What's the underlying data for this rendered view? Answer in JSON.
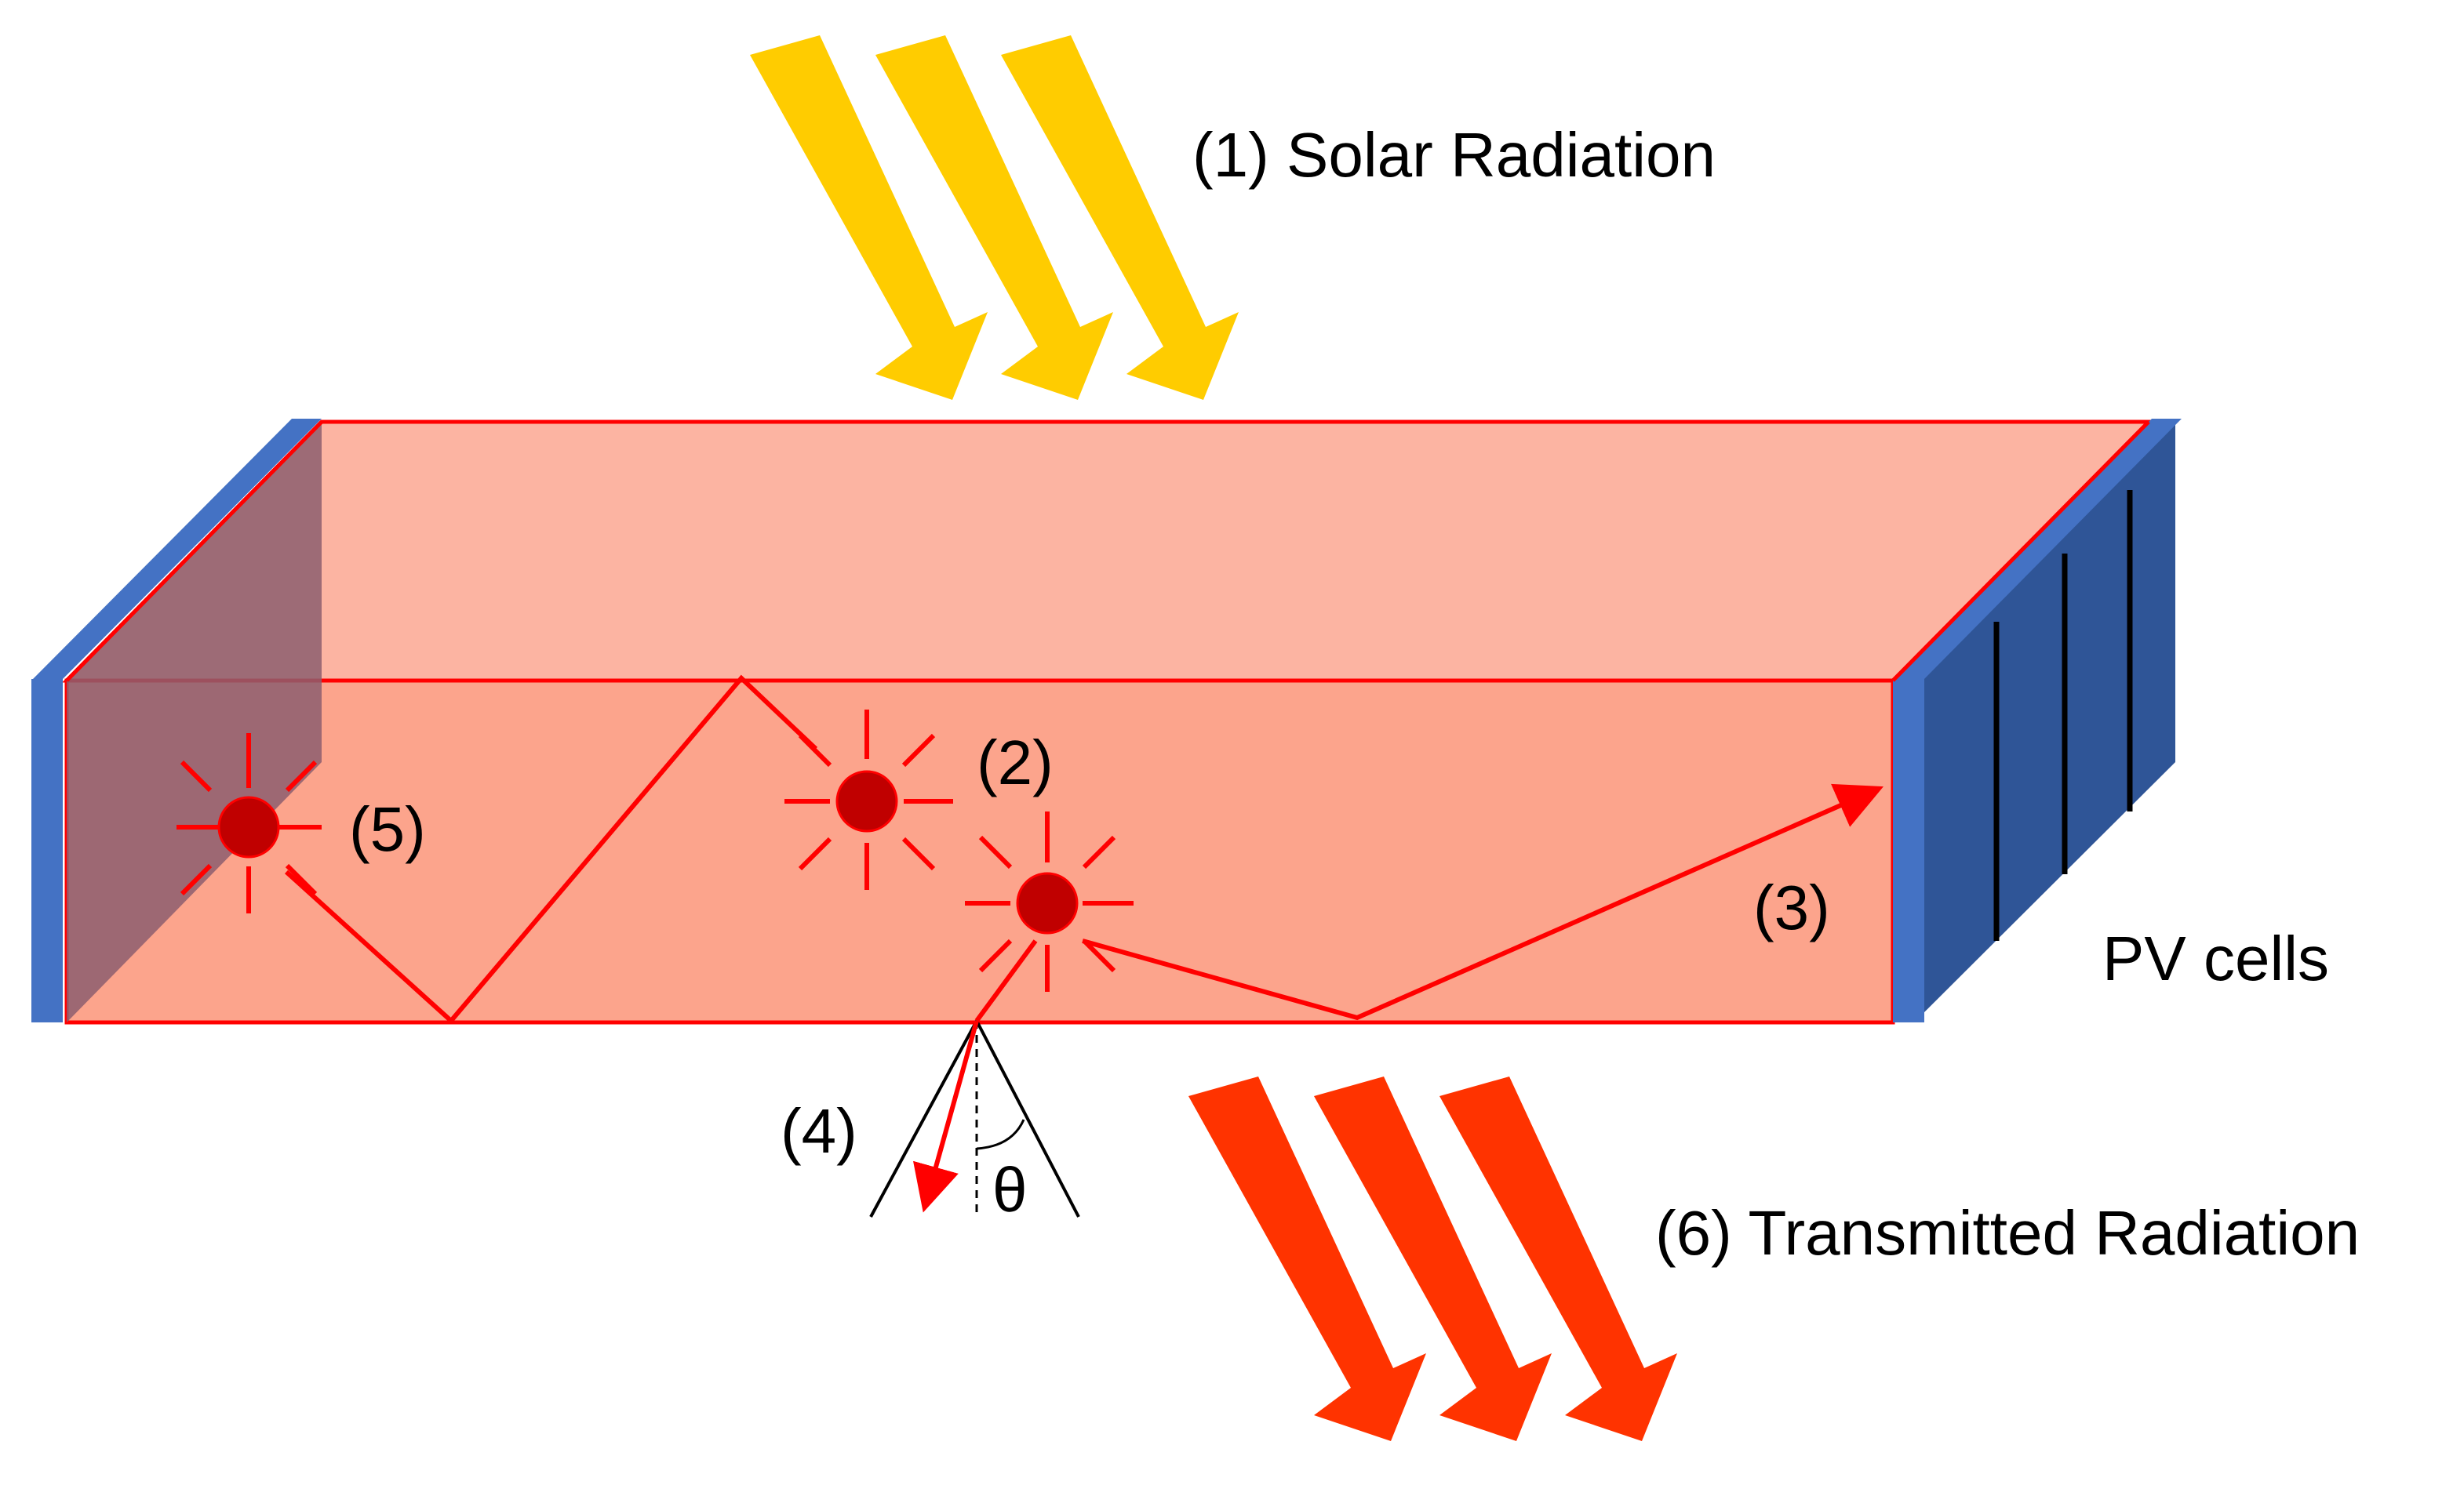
{
  "labels": {
    "solar": "(1) Solar Radiation",
    "emission": "(2)",
    "guided": "(3)",
    "escape": "(4)",
    "reabsorption": "(5)",
    "transmitted": "(6) Transmitted Radiation",
    "pv_cells": "PV cells",
    "theta": "θ"
  },
  "colors": {
    "solar_arrow": "#FFCC00",
    "transmitted_arrow": "#FF3300",
    "slab_top": "#FCB4A2",
    "slab_front": "#FCA48C",
    "slab_edge": "#FF0000",
    "left_face_shadow": "#8C5E6E",
    "mirror_blue": "#4472C4",
    "pv_face": "#2F5597",
    "dye_molecule": "#C00000",
    "ray": "#FF0000"
  }
}
